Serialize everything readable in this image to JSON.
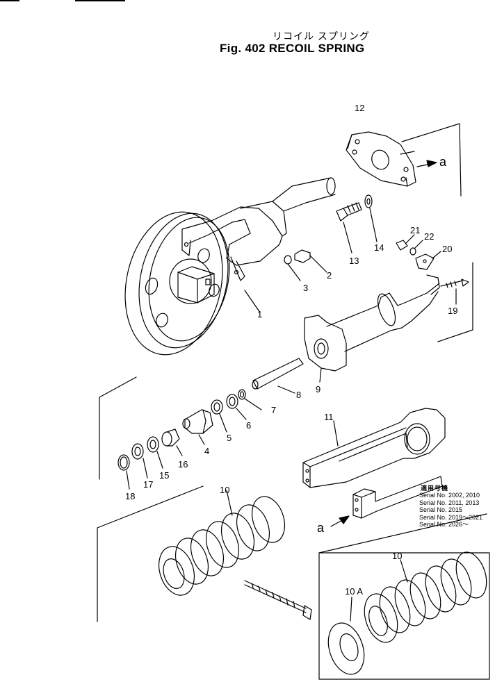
{
  "figure": {
    "title_jp": "リコイル スプリング",
    "title_en": "Fig. 402 RECOIL SPRING"
  },
  "callouts": {
    "p1": "1",
    "p2": "2",
    "p3": "3",
    "p4": "4",
    "p5": "5",
    "p6": "6",
    "p7": "7",
    "p8": "8",
    "p9": "9",
    "p10": "10",
    "p10b": "10",
    "p10a": "10 A",
    "p11": "11",
    "p12": "12",
    "p13": "13",
    "p14": "14",
    "p15": "15",
    "p16": "16",
    "p17": "17",
    "p18": "18",
    "p19": "19",
    "p20": "20",
    "p21": "21",
    "p22": "22",
    "a_top": "a",
    "a_bottom": "a"
  },
  "serials": {
    "header": "適用号機",
    "rows": [
      "Serial  No.  2002, 2010",
      "Serial  No.  2011, 2013",
      "Serial  No.  2015",
      "Serial  No.  2019～2021",
      "Serial  No.  2026～"
    ]
  }
}
